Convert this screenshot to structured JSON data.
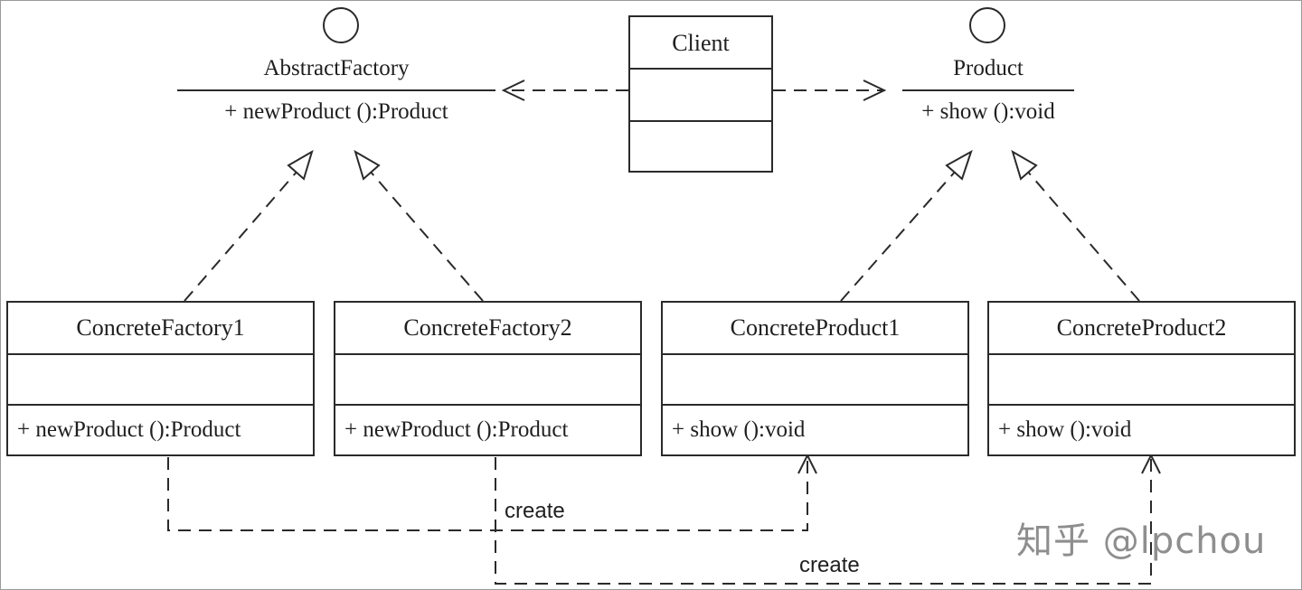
{
  "interfaces": {
    "abstract_factory": {
      "name": "AbstractFactory",
      "operation": "+ newProduct ():Product"
    },
    "product": {
      "name": "Product",
      "operation": "+ show ():void"
    }
  },
  "classes": {
    "client": {
      "name": "Client"
    },
    "concrete_factory_1": {
      "name": "ConcreteFactory1",
      "operation": "+ newProduct ():Product"
    },
    "concrete_factory_2": {
      "name": "ConcreteFactory2",
      "operation": "+ newProduct ():Product"
    },
    "concrete_product_1": {
      "name": "ConcreteProduct1",
      "operation": "+ show ():void"
    },
    "concrete_product_2": {
      "name": "ConcreteProduct2",
      "operation": "+ show ():void"
    }
  },
  "relations": {
    "create_label_1": "create",
    "create_label_2": "create"
  },
  "watermark": "知乎 @lpchou",
  "colors": {
    "line": "#2a2a2a",
    "text": "#1f1f1f",
    "watermark": "#8e8e8e",
    "background": "#ffffff"
  }
}
